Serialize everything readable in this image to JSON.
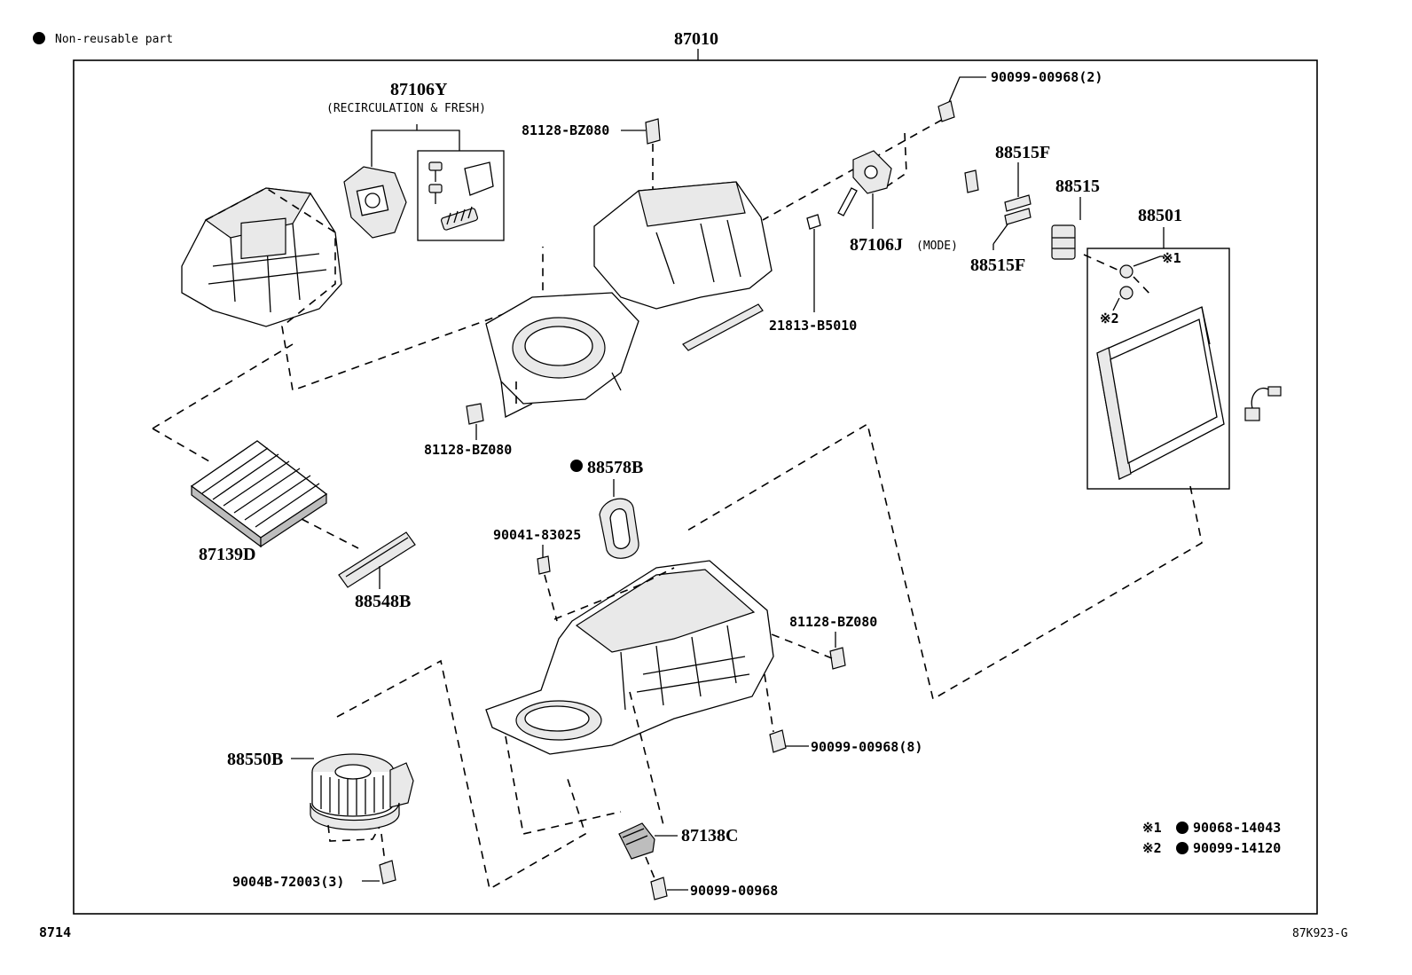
{
  "legend": {
    "dot_text": "Non-reusable part"
  },
  "assembly_label": "87010",
  "footer": {
    "left": "8714",
    "right": "87K923-G"
  },
  "labels": {
    "damper_servo_recirc": "87106Y",
    "damper_servo_recirc_note": "(RECIRCULATION & FRESH)",
    "clamp_top": "81128-BZ080",
    "clamp_mid": "81128-BZ080",
    "clamp_right": "81128-BZ080",
    "screw_top": "90099-00968(2)",
    "damper_servo_mode": "87106J",
    "damper_servo_mode_note": "(MODE)",
    "clip_21813": "21813-B5010",
    "thermistor_a": "88515F",
    "thermistor_b": "88515F",
    "expansion_valve": "88515",
    "evaporator": "88501",
    "mark1": "※1",
    "mark2": "※2",
    "filter": "87139D",
    "filter_cover": "88548B",
    "seal": "88578B",
    "clip_90041": "90041-83025",
    "screw_case": "90099-00968(8)",
    "blower_motor": "88550B",
    "blower_screw": "9004B-72003(3)",
    "blower_resistor": "87138C",
    "screw_bottom": "90099-00968",
    "note1_mark": "※1",
    "note1_part": "90068-14043",
    "note2_mark": "※2",
    "note2_part": "90099-14120"
  }
}
